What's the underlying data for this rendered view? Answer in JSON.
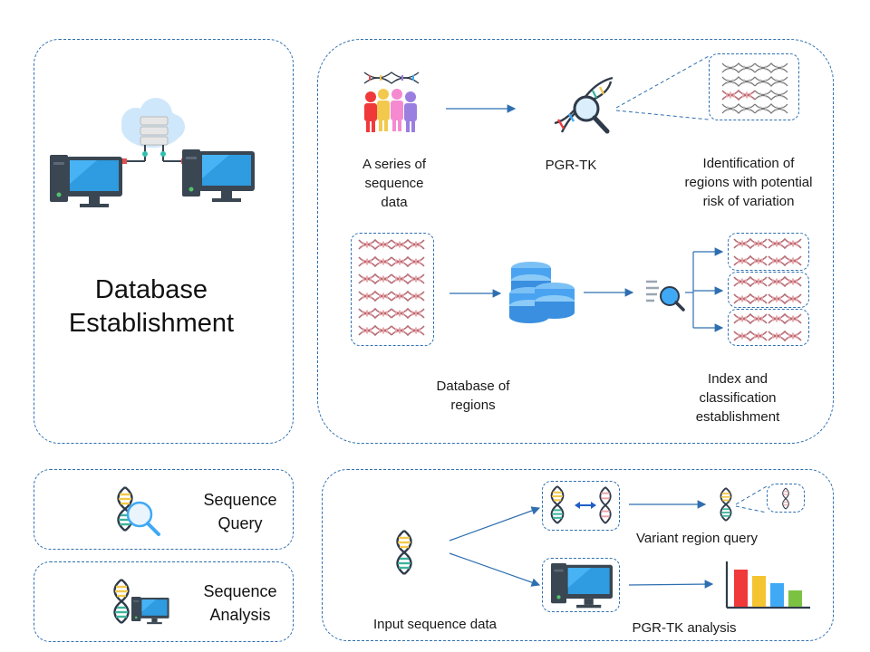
{
  "panels": {
    "establishment": {
      "title_lines": [
        "Database",
        "Establishment"
      ]
    },
    "pipeline": {
      "series_label_lines": [
        "A series of",
        "sequence",
        "data"
      ],
      "pgrtk_label": "PGR-TK",
      "identification_lines": [
        "Identification of",
        "regions with potential",
        "risk of variation"
      ],
      "database_lines": [
        "Database of",
        "regions"
      ],
      "index_lines": [
        "Index and",
        "classification",
        "establishment"
      ]
    },
    "query": {
      "label_lines": [
        "Sequence",
        "Query"
      ]
    },
    "analysis": {
      "label_lines": [
        "Sequence",
        "Analysis"
      ]
    },
    "flow": {
      "input_label": "Input sequence data",
      "variant_label": "Variant region query",
      "analysis_label": "PGR-TK analysis"
    }
  },
  "colors": {
    "panel_border": "#2e6fb0",
    "arrow": "#2e6fb0",
    "dna_pink": "#e9a3a8",
    "dna_yellow": "#f2c94c",
    "dna_teal": "#3fb39d",
    "db_blue": "#4aa3f0",
    "bar_colors": [
      "#f0393a",
      "#f5c431",
      "#3fa9f5",
      "#7cc242"
    ]
  }
}
